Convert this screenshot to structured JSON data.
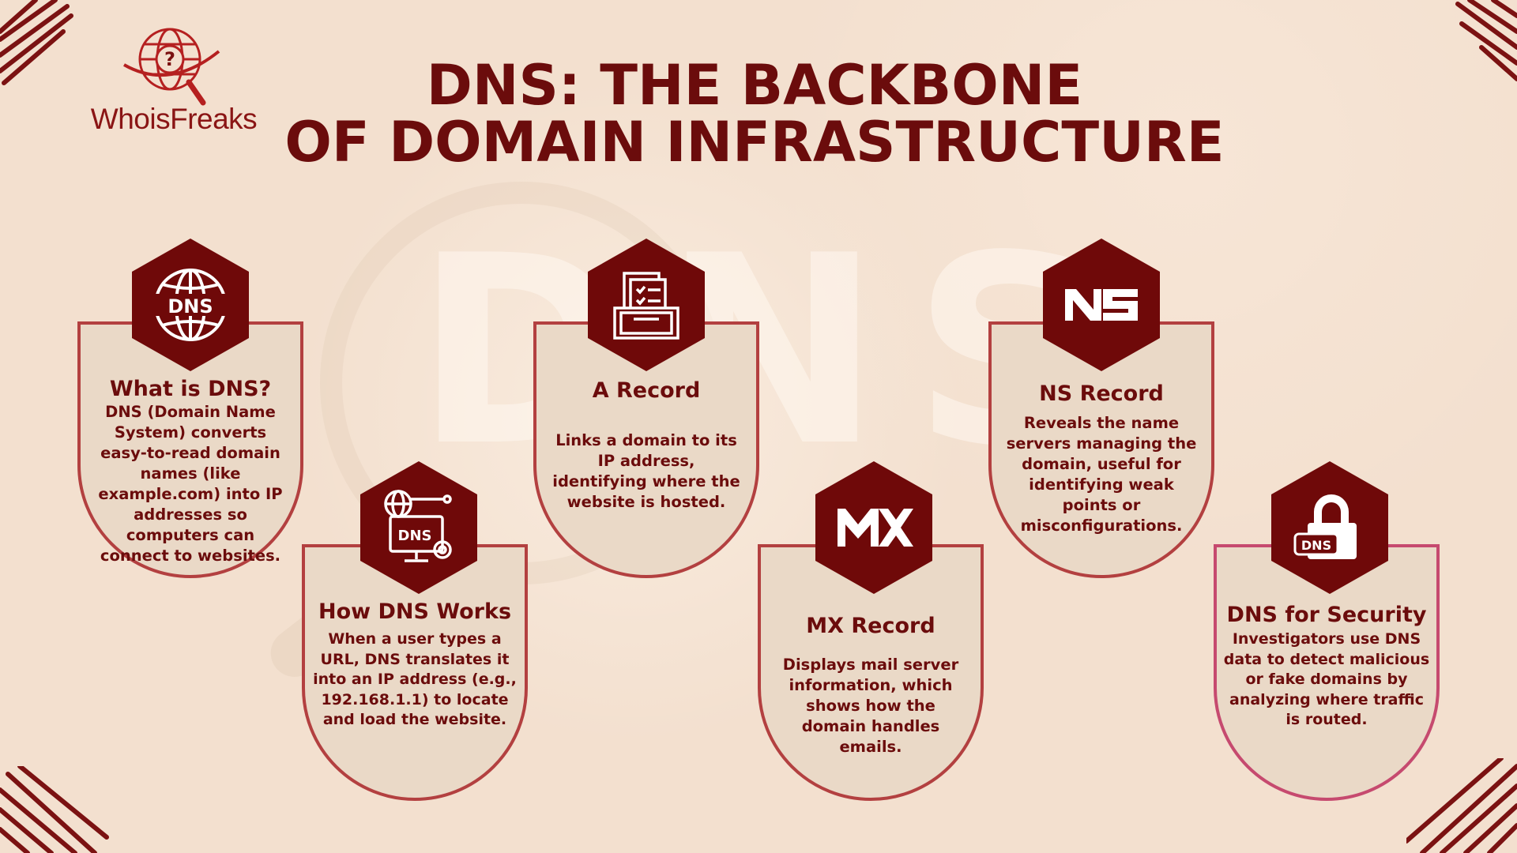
{
  "logo": {
    "brand_name": "WhoisFreaks"
  },
  "title": {
    "line1": "DNS: THE BACKBONE",
    "line2": "OF DOMAIN INFRASTRUCTURE"
  },
  "background": {
    "watermark": "DNS"
  },
  "colors": {
    "background": "#f3e0cf",
    "primary": "#6f0909",
    "card_fill": "#ead9c7",
    "card_border": "#b34040",
    "card_border_alt": "#c64a6f"
  },
  "cards": [
    {
      "icon": "dns-globe-icon",
      "icon_text": "DNS",
      "title": "What is DNS?",
      "description": "DNS (Domain Name System) converts easy-to-read domain names (like example.com) into IP addresses so computers can connect to websites."
    },
    {
      "icon": "dns-monitor-icon",
      "icon_text": "DNS",
      "title": "How DNS Works",
      "description": "When a user types a URL, DNS translates it into an IP address (e.g., 192.168.1.1) to locate and load the website."
    },
    {
      "icon": "document-tray-icon",
      "title": "A Record",
      "description": "Links a domain to its IP address, identifying where the website is hosted."
    },
    {
      "icon": "mx-icon",
      "icon_text": "MX",
      "title": "MX Record",
      "description": "Displays mail server information, which shows how the domain handles emails."
    },
    {
      "icon": "ns-icon",
      "icon_text": "NS",
      "title": "NS Record",
      "description": "Reveals the name servers managing the domain, useful for identifying weak points or misconfigurations."
    },
    {
      "icon": "dns-lock-icon",
      "icon_text": "DNS",
      "title": "DNS for Security",
      "description": "Investigators use DNS data to detect malicious or fake domains by analyzing where traffic is routed."
    }
  ]
}
